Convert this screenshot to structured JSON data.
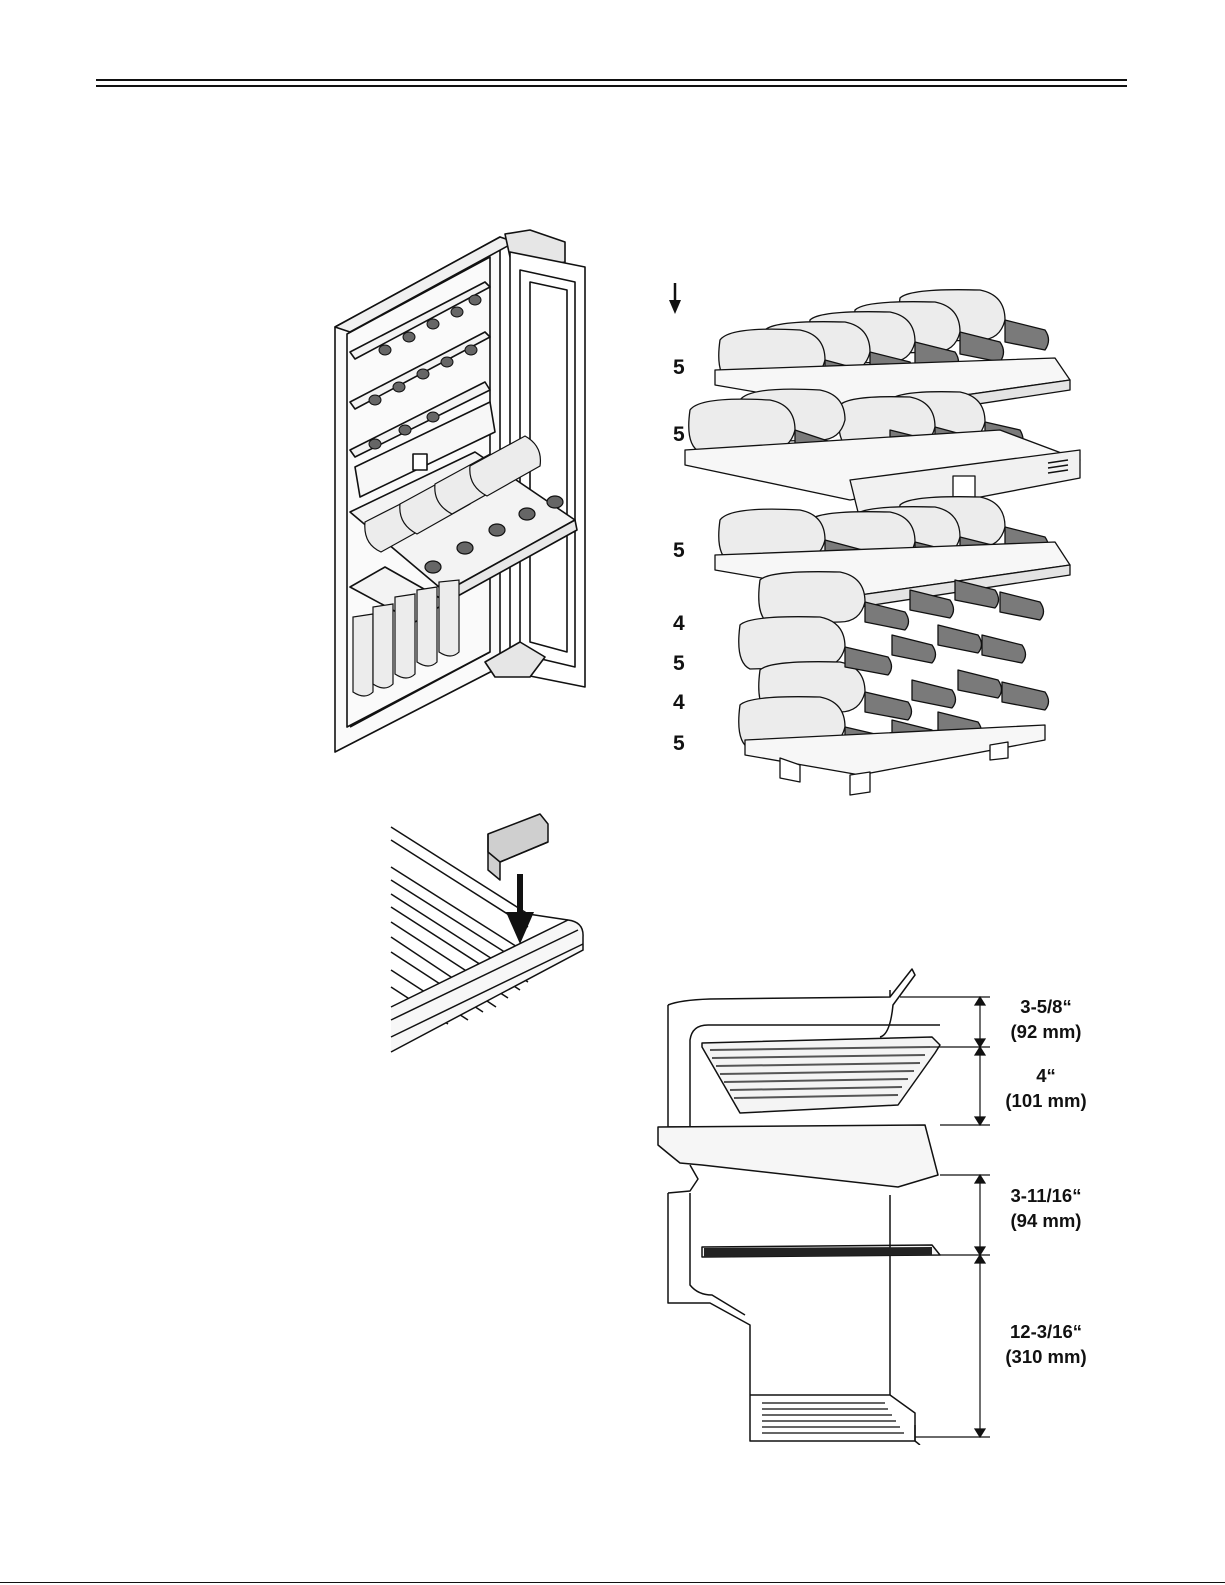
{
  "figures": {
    "cabinet": {
      "name": "wine-cabinet-open-door-figure"
    },
    "stack": {
      "name": "bottle-stacking-figure",
      "shelf_counts": [
        "5",
        "5",
        "5",
        "4",
        "5",
        "4",
        "5"
      ]
    },
    "clip": {
      "name": "shelf-clip-insertion-figure"
    },
    "section": {
      "name": "shelf-spacing-section-figure",
      "dimensions": [
        {
          "imperial": "3-5/8“",
          "metric": "(92 mm)"
        },
        {
          "imperial": "4“",
          "metric": "(101 mm)"
        },
        {
          "imperial": "3-11/16“",
          "metric": "(94 mm)"
        },
        {
          "imperial": "12-3/16“",
          "metric": "(310 mm)"
        }
      ]
    }
  },
  "colors": {
    "line": "#111111",
    "bottle_body": "#ececec",
    "bottle_neck": "#7a7a7a",
    "shelf_fill": "#f7f7f7",
    "slat_grey": "#555555"
  }
}
